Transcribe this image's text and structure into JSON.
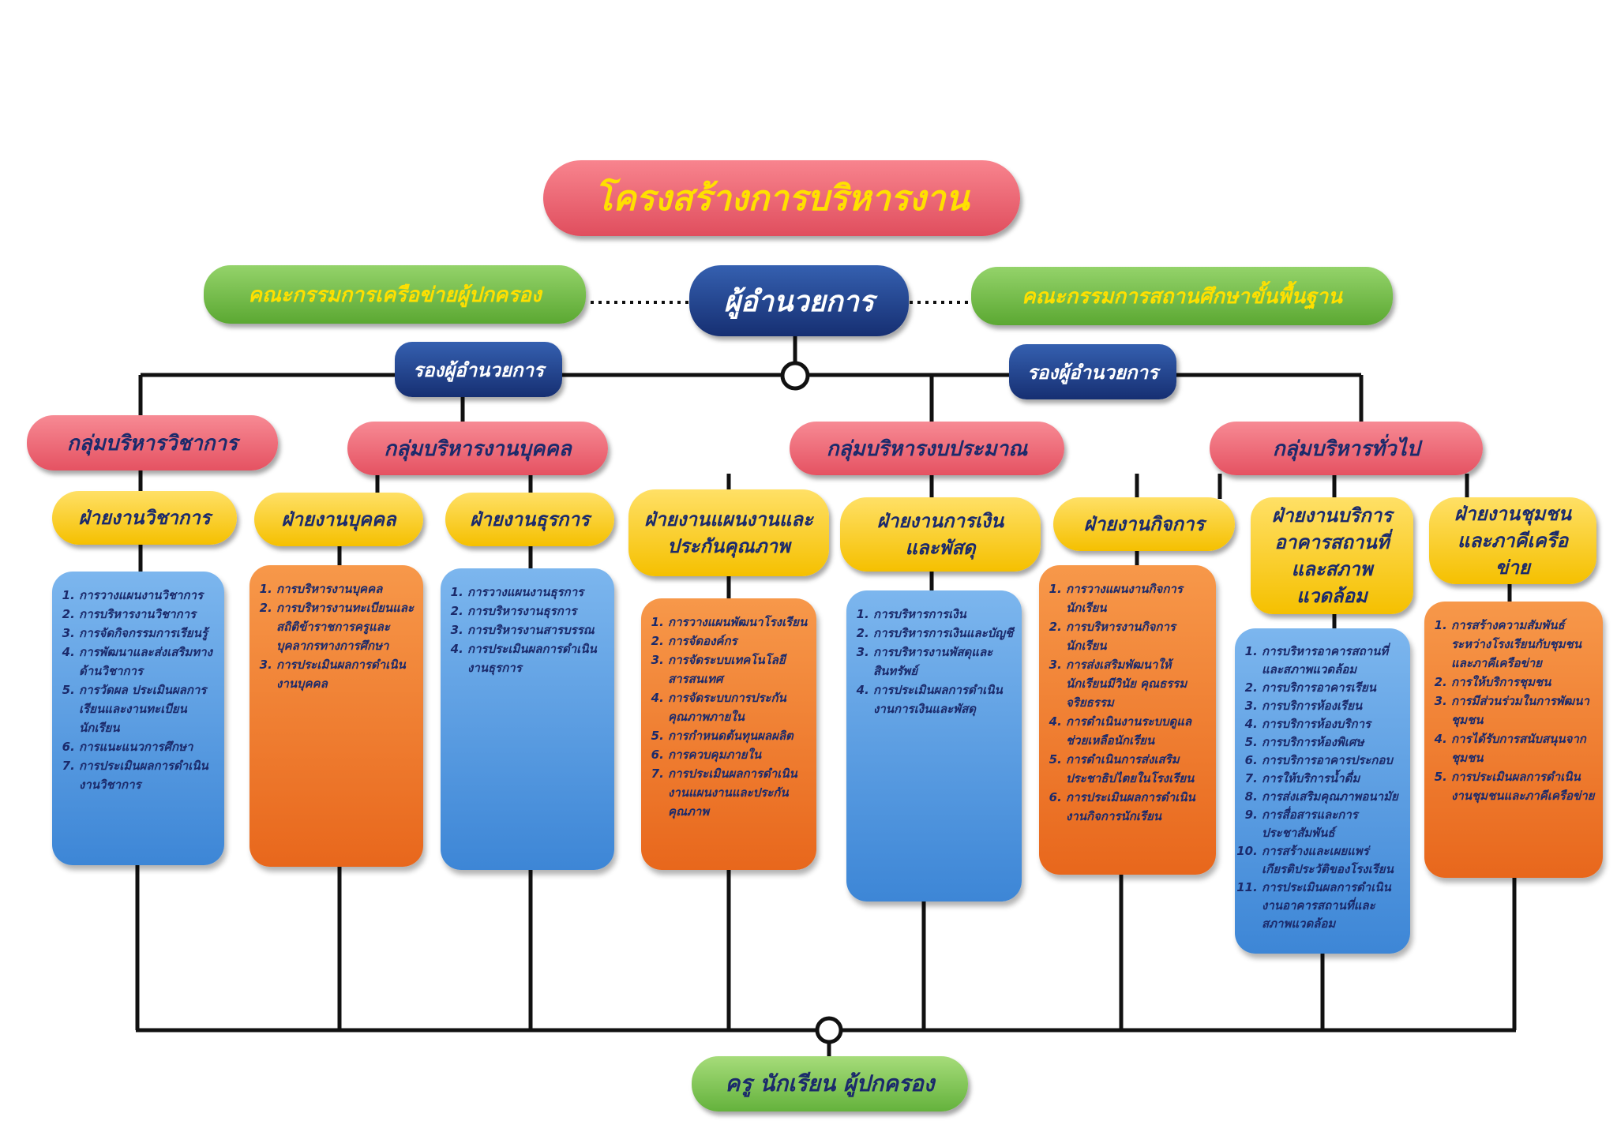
{
  "title": "โครงสร้างการบริหารงาน",
  "director": "ผู้อำนวยการ",
  "committee_left": "คณะกรรมการเครือข่ายผู้ปกครอง",
  "committee_right": "คณะกรรมการสถานศึกษาขั้นพื้นฐาน",
  "deputies": [
    "รองผู้อำนวยการ",
    "รองผู้อำนวยการ"
  ],
  "groups": [
    "กลุ่มบริหารวิชาการ",
    "กลุ่มบริหารงานบุคคล",
    "กลุ่มบริหารงบประมาณ",
    "กลุ่มบริหารทั่วไป"
  ],
  "departments": [
    {
      "name": "ฝ่ายงานวิชาการ",
      "items": [
        "การวางแผนงานวิชาการ",
        "การบริหารงานวิชาการ",
        "การจัดกิจกรรมการเรียนรู้",
        "การพัฒนาและส่งเสริมทางด้านวิชาการ",
        "การวัดผล ประเมินผลการเรียนและงานทะเบียนนักเรียน",
        "การแนะแนวการศึกษา",
        "การประเมินผลการดำเนินงานวิชาการ"
      ]
    },
    {
      "name": "ฝ่ายงานบุคคล",
      "items": [
        "การบริหารงานบุคคล",
        "การบริหารงานทะเบียนและสถิติข้าราชการครูและบุคลากรทางการศึกษา",
        "การประเมินผลการดำเนินงานบุคคล"
      ]
    },
    {
      "name": "ฝ่ายงานธุรการ",
      "items": [
        "การวางแผนงานธุรการ",
        "การบริหารงานธุรการ",
        "การบริหารงานสารบรรณ",
        "การประเมินผลการดำเนินงานธุรการ"
      ]
    },
    {
      "name": "ฝ่ายงานแผนงานและประกันคุณภาพ",
      "items": [
        "การวางแผนพัฒนาโรงเรียน",
        "การจัดองค์กร",
        "การจัดระบบเทคโนโลยีสารสนเทศ",
        "การจัดระบบการประกันคุณภาพภายใน",
        "การกำหนดต้นทุนผลผลิต",
        "การควบคุมภายใน",
        "การประเมินผลการดำเนินงานแผนงานและประกันคุณภาพ"
      ]
    },
    {
      "name": "ฝ่ายงานการเงินและพัสดุ",
      "items": [
        "การบริหารการเงิน",
        "การบริหารการเงินและบัญชี",
        "การบริหารงานพัสดุและสินทรัพย์",
        "การประเมินผลการดำเนินงานการเงินและพัสดุ"
      ]
    },
    {
      "name": "ฝ่ายงานกิจการ",
      "items": [
        "การวางแผนงานกิจการนักเรียน",
        "การบริหารงานกิจการนักเรียน",
        "การส่งเสริมพัฒนาให้นักเรียนมีวินัย คุณธรรม จริยธรรม",
        "การดำเนินงานระบบดูแลช่วยเหลือนักเรียน",
        "การดำเนินการส่งเสริมประชาธิปไตยในโรงเรียน",
        "การประเมินผลการดำเนินงานกิจการนักเรียน"
      ]
    },
    {
      "name": "ฝ่ายงานบริการอาคารสถานที่และสภาพแวดล้อม",
      "items": [
        "การบริหารอาคารสถานที่และสภาพแวดล้อม",
        "การบริการอาคารเรียน",
        "การบริการห้องเรียน",
        "การบริการห้องบริการ",
        "การบริการห้องพิเศษ",
        "การบริการอาคารประกอบ",
        "การให้บริการน้ำดื่ม",
        "การส่งเสริมคุณภาพอนามัย",
        "การสื่อสารและการประชาสัมพันธ์",
        "การสร้างและเผยแพร่เกียรติประวัติของโรงเรียน",
        "การประเมินผลการดำเนินงานอาคารสถานที่และสภาพแวดล้อม"
      ]
    },
    {
      "name": "ฝ่ายงานชุมชนและภาคีเครือข่าย",
      "items": [
        "การสร้างความสัมพันธ์ระหว่างโรงเรียนกับชุมชนและภาคีเครือข่าย",
        "การให้บริการชุมชน",
        "การมีส่วนร่วมในการพัฒนาชุมชน",
        "การได้รับการสนับสนุนจากชุมชน",
        "การประเมินผลการดำเนินงานชุมชนและภาคีเครือข่าย"
      ]
    }
  ],
  "bottom": "ครู นักเรียน ผู้ปกครอง"
}
